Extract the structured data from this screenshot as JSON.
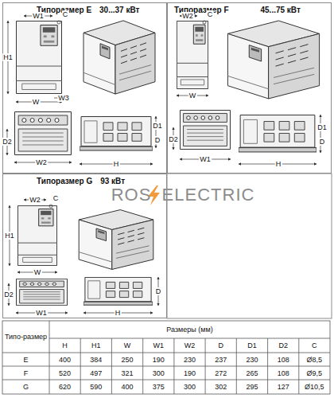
{
  "diagram": {
    "nodes": [
      {
        "text": [
          "Типоразмер E",
          "30...37 кВт"
        ]
      },
      {
        "text": [
          "Типоразмер F",
          "45...75 кВт"
        ]
      },
      {
        "text": [
          "Типоразмер G",
          "93 кВт"
        ]
      }
    ],
    "labels": [
      "W1",
      "C",
      "H1",
      "W",
      "W3",
      "D2",
      "W2",
      "D1",
      "D",
      "H",
      "W2",
      "C",
      "W",
      "D2",
      "W1",
      "D1",
      "D",
      "H",
      "W2",
      "C",
      "H1",
      "W",
      "D2",
      "W1",
      "D",
      "H",
      "ROS",
      "ELECTRIC",
      "Типо-размер",
      "Размеры (мм)",
      "H",
      "H1",
      "W",
      "W1",
      "W2",
      "D",
      "D1",
      "D2",
      "C",
      "E",
      "400",
      "384",
      "250",
      "190",
      "230",
      "237",
      "230",
      "108",
      "Ø8,5",
      "F",
      "520",
      "497",
      "321",
      "300",
      "190",
      "272",
      "265",
      "108",
      "Ø9,5",
      "G",
      "620",
      "590",
      "400",
      "375",
      "300",
      "302",
      "295",
      "127",
      "Ø10,5"
    ]
  }
}
